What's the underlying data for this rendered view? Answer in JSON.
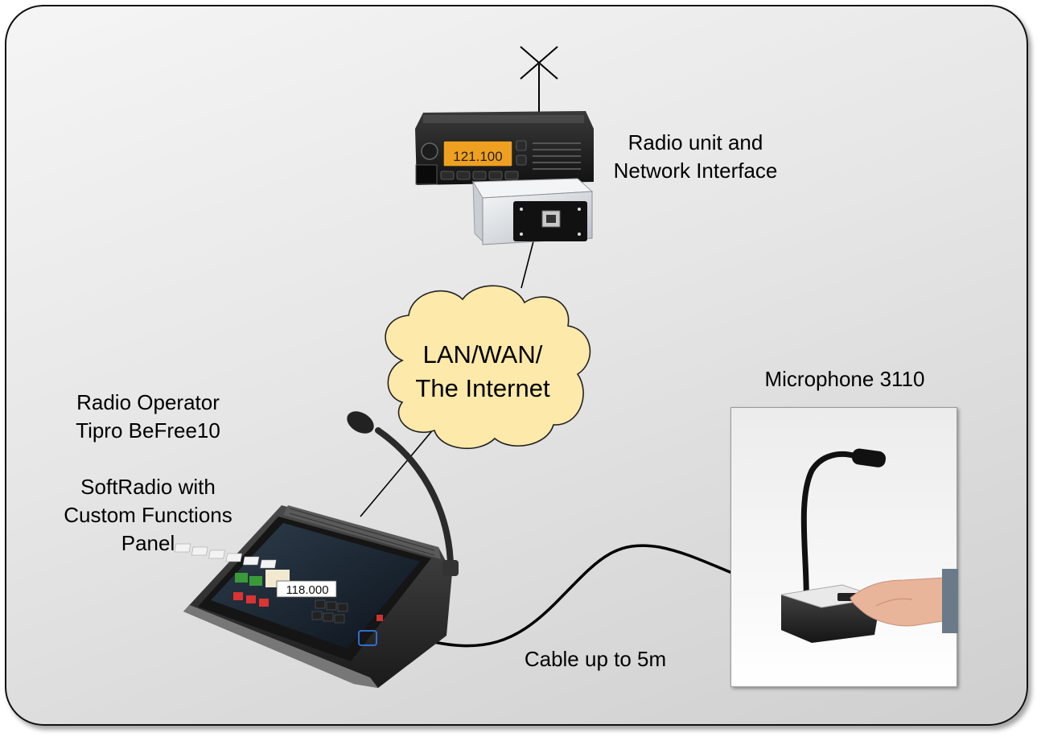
{
  "labels": {
    "radio_unit": [
      "Radio unit and",
      "Network Interface"
    ],
    "microphone": "Microphone 3110",
    "operator": [
      "Radio Operator",
      "Tipro BeFree10"
    ],
    "softradio": [
      "SoftRadio with",
      "Custom Functions",
      "Panel"
    ],
    "cable": "Cable up to 5m"
  },
  "cloud": [
    "LAN/WAN/",
    "The Internet"
  ],
  "radio_display": "121.100",
  "tablet_display": "118.000",
  "colors": {
    "cloud_fill": "#fde9a9",
    "radio_display": "#f0a020",
    "interface_box": "#e8ecef"
  },
  "icons": [
    "antenna-icon",
    "radio-unit",
    "network-interface",
    "cloud",
    "desk-console",
    "microphone"
  ]
}
